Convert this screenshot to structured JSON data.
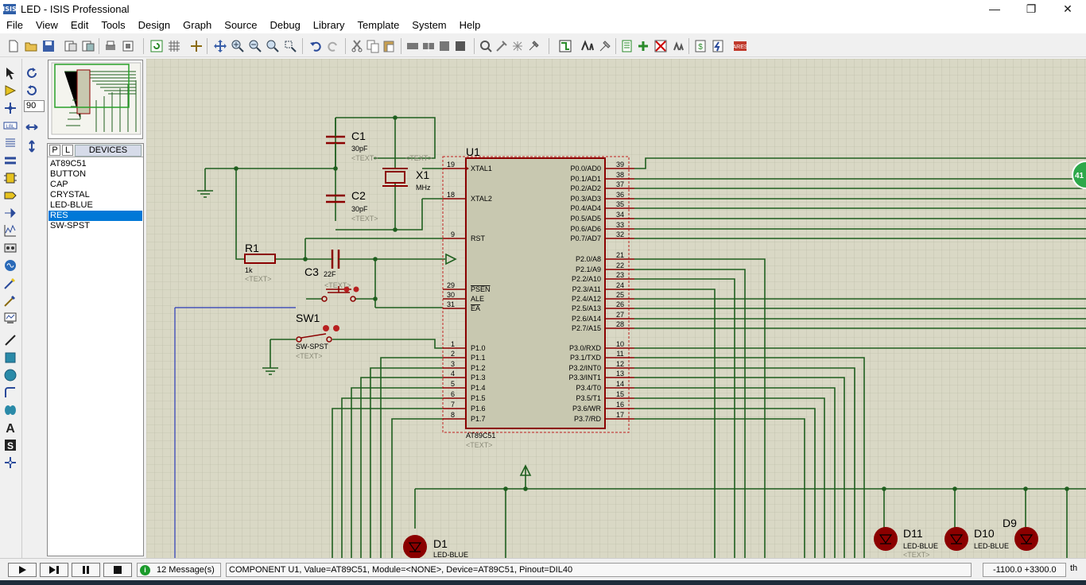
{
  "window": {
    "icon_label": "ISIS",
    "title": "LED - ISIS Professional",
    "minimize": "—",
    "maximize": "❐",
    "close": "✕"
  },
  "menu": [
    "File",
    "View",
    "Edit",
    "Tools",
    "Design",
    "Graph",
    "Source",
    "Debug",
    "Library",
    "Template",
    "System",
    "Help"
  ],
  "rotation": {
    "angle": "90"
  },
  "devices": {
    "tab_p": "P",
    "tab_l": "L",
    "header": "DEVICES",
    "items": [
      "AT89C51",
      "BUTTON",
      "CAP",
      "CRYSTAL",
      "LED-BLUE",
      "RES",
      "SW-SPST"
    ],
    "selected": "RES"
  },
  "schematic": {
    "c1": {
      "ref": "C1",
      "value": "30pF",
      "text": "<TEXT>"
    },
    "c2": {
      "ref": "C2",
      "value": "30pF",
      "text": "<TEXT>"
    },
    "x1": {
      "ref": "X1",
      "value": "MHz"
    },
    "r1": {
      "ref": "R1",
      "value": "1k",
      "text": "<TEXT>"
    },
    "c3": {
      "ref": "C3",
      "value": "22F",
      "text": "<TEXT>"
    },
    "sw1": {
      "ref": "SW1",
      "value": "SW-SPST",
      "text": "<TEXT>"
    },
    "u1": {
      "ref": "U1",
      "value": "AT89C51",
      "text": "<TEXT>",
      "xtal_text": "<TEXT>"
    },
    "left_pins": [
      {
        "num": "19",
        "name": "XTAL1"
      },
      {
        "num": "18",
        "name": "XTAL2"
      },
      {
        "num": "9",
        "name": "RST"
      },
      {
        "num": "29",
        "name": "PSEN"
      },
      {
        "num": "30",
        "name": "ALE"
      },
      {
        "num": "31",
        "name": "EA"
      },
      {
        "num": "1",
        "name": "P1.0"
      },
      {
        "num": "2",
        "name": "P1.1"
      },
      {
        "num": "3",
        "name": "P1.2"
      },
      {
        "num": "4",
        "name": "P1.3"
      },
      {
        "num": "5",
        "name": "P1.4"
      },
      {
        "num": "6",
        "name": "P1.5"
      },
      {
        "num": "7",
        "name": "P1.6"
      },
      {
        "num": "8",
        "name": "P1.7"
      }
    ],
    "right_pins": [
      {
        "num": "39",
        "name": "P0.0/AD0"
      },
      {
        "num": "38",
        "name": "P0.1/AD1"
      },
      {
        "num": "37",
        "name": "P0.2/AD2"
      },
      {
        "num": "36",
        "name": "P0.3/AD3"
      },
      {
        "num": "35",
        "name": "P0.4/AD4"
      },
      {
        "num": "34",
        "name": "P0.5/AD5"
      },
      {
        "num": "33",
        "name": "P0.6/AD6"
      },
      {
        "num": "32",
        "name": "P0.7/AD7"
      },
      {
        "num": "21",
        "name": "P2.0/A8"
      },
      {
        "num": "22",
        "name": "P2.1/A9"
      },
      {
        "num": "23",
        "name": "P2.2/A10"
      },
      {
        "num": "24",
        "name": "P2.3/A11"
      },
      {
        "num": "25",
        "name": "P2.4/A12"
      },
      {
        "num": "26",
        "name": "P2.5/A13"
      },
      {
        "num": "27",
        "name": "P2.6/A14"
      },
      {
        "num": "28",
        "name": "P2.7/A15"
      },
      {
        "num": "10",
        "name": "P3.0/RXD"
      },
      {
        "num": "11",
        "name": "P3.1/TXD"
      },
      {
        "num": "12",
        "name": "P3.2/INT0"
      },
      {
        "num": "13",
        "name": "P3.3/INT1"
      },
      {
        "num": "14",
        "name": "P3.4/T0"
      },
      {
        "num": "15",
        "name": "P3.5/T1"
      },
      {
        "num": "16",
        "name": "P3.6/WR"
      },
      {
        "num": "17",
        "name": "P3.7/RD"
      }
    ],
    "leds": [
      {
        "ref": "D1",
        "value": "LED-BLUE"
      },
      {
        "ref": "D11",
        "value": "LED-BLUE",
        "text": "<TEXT>"
      },
      {
        "ref": "D10",
        "value": "LED-BLUE"
      },
      {
        "ref": "D9"
      }
    ],
    "edge_badge": "41"
  },
  "status": {
    "messages": "12 Message(s)",
    "text": "COMPONENT U1, Value=AT89C51, Module=<NONE>, Device=AT89C51, Pinout=DIL40",
    "coords": "-1100.0  +3300.0",
    "unit": "th"
  },
  "colors": {
    "canvas": "#d9d8c5",
    "wire": "#1f5f1f",
    "component": "#8b0000",
    "chip_fill": "#c8c8b0",
    "selection": "#0078d7"
  }
}
